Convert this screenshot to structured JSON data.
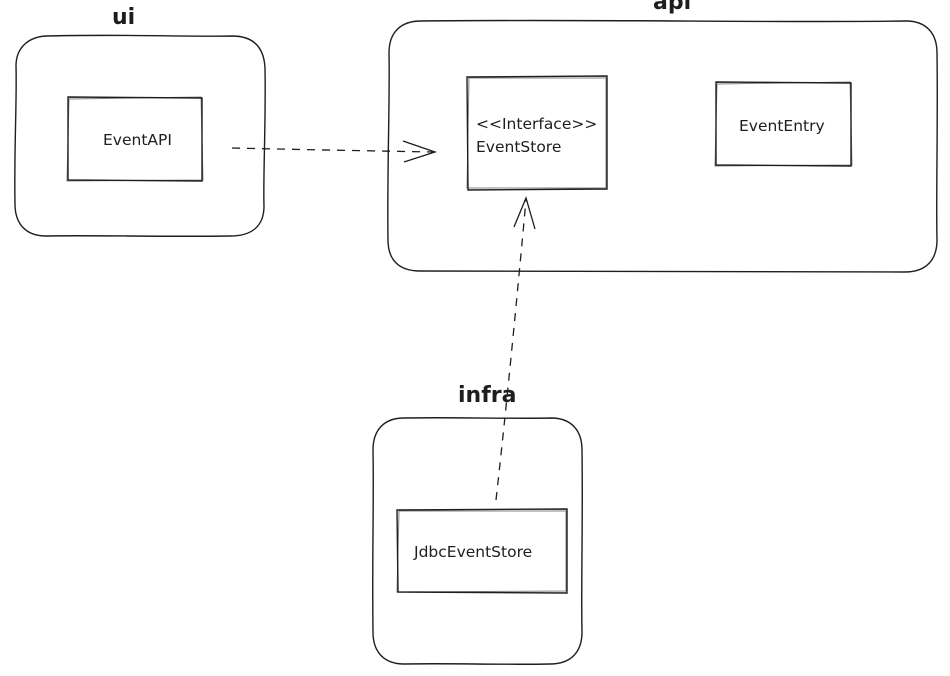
{
  "packages": {
    "ui": {
      "label": "ui"
    },
    "api": {
      "label": "api"
    },
    "infra": {
      "label": "infra"
    }
  },
  "classes": {
    "event_api": {
      "label": "EventAPI"
    },
    "event_store": {
      "stereotype": "<<Interface>>",
      "label": "EventStore"
    },
    "event_entry": {
      "label": "EventEntry"
    },
    "jdbc_event_store": {
      "label": "JdbcEventStore"
    }
  }
}
